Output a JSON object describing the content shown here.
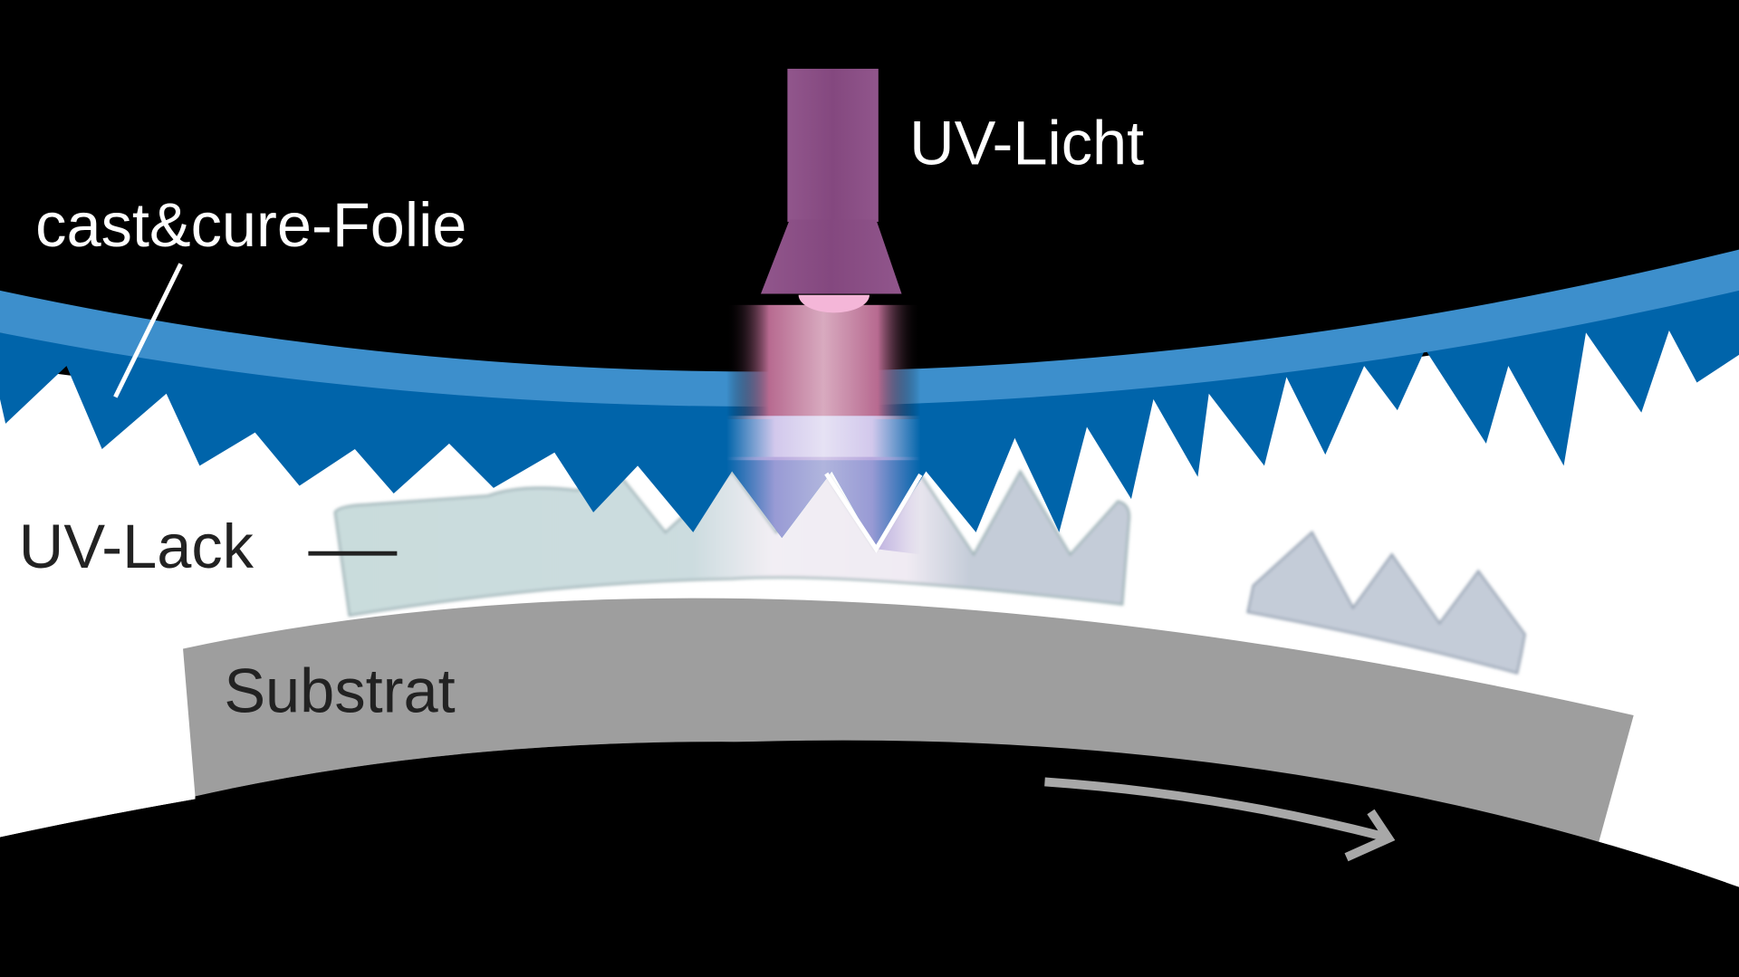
{
  "diagram": {
    "title": "cast&cure process",
    "labels": {
      "uv_light": "UV-Licht",
      "foil": "cast&cure-Folie",
      "lacquer": "UV-Lack",
      "substrate": "Substrat"
    },
    "colors": {
      "background": "#000000",
      "foil_base": "#3d8fcc",
      "foil_teeth": "#0064aa",
      "lamp": "#8a4f86",
      "lamp_bulb": "#f4b6d8",
      "beam": "#c97fa5",
      "lacquer_uncured": "#c9dcdc",
      "lacquer_cured": "#c4ccd8",
      "substrate": "#9e9e9e",
      "arrow": "#a8a8a8",
      "label_light": "#ffffff",
      "label_dark": "#222222"
    },
    "motion": "substrate moves to the right (arrow)"
  }
}
